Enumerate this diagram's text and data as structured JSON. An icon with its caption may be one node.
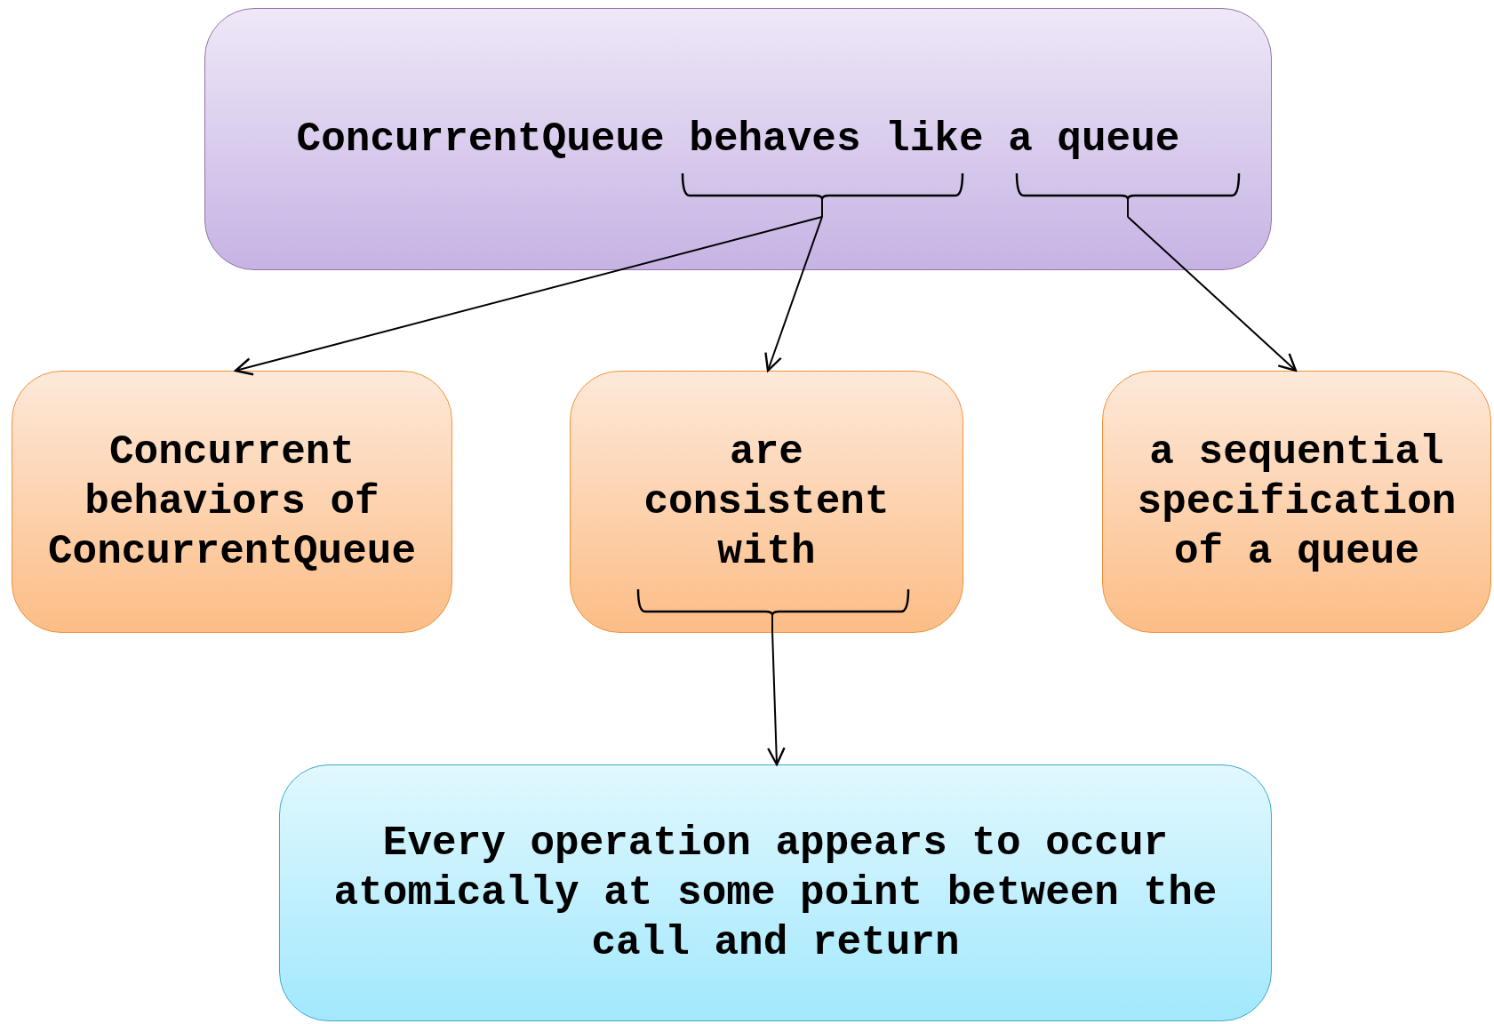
{
  "diagram": {
    "nodes": [
      {
        "text": [
          "ConcurrentQueue behaves like a queue"
        ]
      },
      {
        "text": [
          "Concurrent behaviors of ConcurrentQueue"
        ]
      },
      {
        "text": [
          "are consistent with"
        ]
      },
      {
        "text": [
          "a sequential specification of a queue"
        ]
      },
      {
        "text": [
          "Every operation appears to occur atomically at some point between the call and return"
        ]
      }
    ],
    "edges": [
      {
        "from": 0,
        "to": 1,
        "arrow": "to"
      },
      {
        "from": 0,
        "to": 2,
        "arrow": "to"
      },
      {
        "from": 0,
        "to": 3,
        "arrow": "to"
      },
      {
        "from": 2,
        "to": 4,
        "arrow": "to"
      }
    ]
  }
}
